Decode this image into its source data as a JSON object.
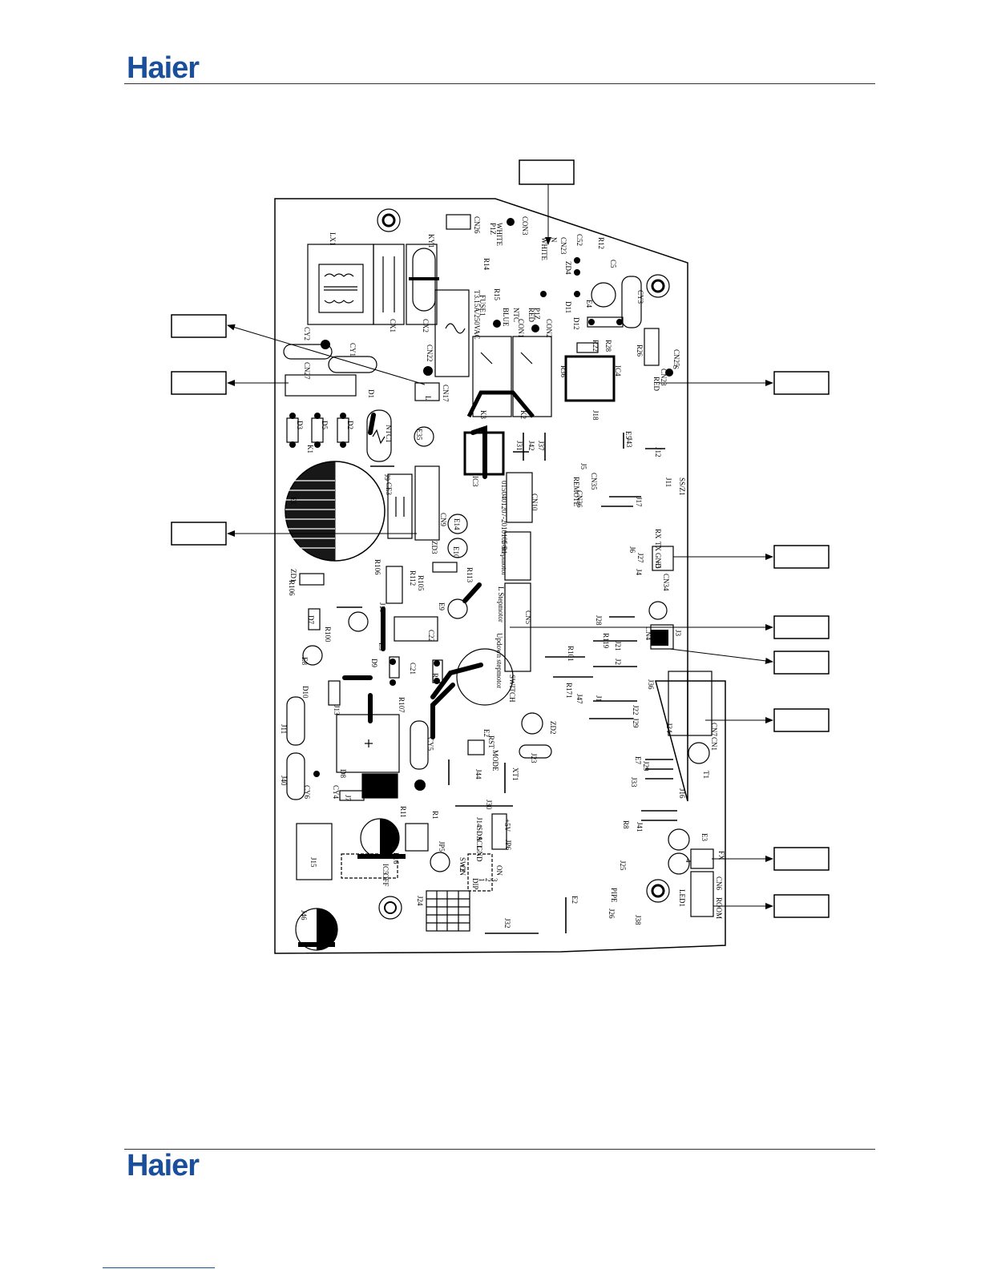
{
  "header": {
    "logo_text": "Haier"
  },
  "footer": {
    "logo_text": "Haier"
  },
  "colors": {
    "brand": "#1a4f9c",
    "ink": "#000000"
  },
  "board": {
    "labels": [
      "LX1",
      "KY1",
      "CN26",
      "CON3",
      "P1Z",
      "WHITE",
      "R14",
      "R15",
      "FUSE1",
      "T3.15A/250VAC",
      "C52",
      "ZD4",
      "R12",
      "C5",
      "CN23",
      "N",
      "WHITE",
      "CX1",
      "CX2",
      "CY2",
      "CY1",
      "CN27",
      "CN22",
      "CN17",
      "L",
      "CON1",
      "CON2",
      "P1Z",
      "RED",
      "NTC",
      "BLUE",
      "D11",
      "E4",
      "D12",
      "CY3",
      "R22",
      "R28",
      "R26",
      "CN25",
      "S",
      "K1",
      "K2",
      "K3",
      "IC4",
      "R36",
      "J18",
      "CN23",
      "RED",
      "E5",
      "J43",
      "J12",
      "D1",
      "D3",
      "D5",
      "D2",
      "NTC1",
      "E35",
      "J31",
      "J42",
      "J37",
      "IC3",
      "CN35",
      "J5",
      "REMOTE",
      "CN36",
      "J11",
      "SS/Z1",
      "E1",
      "J9",
      "CE3",
      "CN10",
      "J17",
      "CN9",
      "E14",
      "E10",
      "R106",
      "ZD3",
      "ZD1",
      "R106",
      "R105",
      "R113",
      "R112",
      "J6",
      "J27",
      "J4",
      "RX",
      "TX",
      "GND",
      "+5",
      "CN34",
      "J10",
      "E9",
      "E8",
      "D7",
      "R100",
      "CN5",
      "J28",
      "R119",
      "E3",
      "C22",
      "C21",
      "D9",
      "R9",
      "D10",
      "R101",
      "J21",
      "J2",
      "J3",
      "CN4",
      "SWITCH",
      "R171",
      "J47",
      "J36",
      "J1",
      "J22",
      "J29",
      "J34",
      "CN7",
      "CN1",
      "J13",
      "R107",
      "J11",
      "CY5",
      "CY6",
      "ZD2",
      "E2",
      "RST",
      "MODE",
      "J23",
      "XT1",
      "J44",
      "J40",
      "CY4",
      "D8",
      "T1",
      "E7",
      "J29",
      "J33",
      "J16",
      "J7",
      "R11",
      "R1",
      "J30",
      "J14",
      "SDA",
      "SCL",
      "GND",
      "+5V",
      "JP6",
      "JP5",
      "E16",
      "R8",
      "J41",
      "J25",
      "J15",
      "IC5",
      "OFF",
      "ON",
      "SW2",
      "ON",
      "DIP",
      "1",
      "2",
      "3",
      "4",
      "E3",
      "FX",
      "CN6",
      "ROOM",
      "PIPE",
      "J26",
      "J38",
      "LED1",
      "E2",
      "J24",
      "J32",
      "J46",
      "0150401207-2010105-01",
      "1 Stepmotor",
      "L Stepmotor",
      "Updown stepmotor",
      "Updown stepmotor"
    ],
    "callouts": [
      {
        "label": ""
      },
      {
        "label": ""
      },
      {
        "label": ""
      },
      {
        "label": ""
      },
      {
        "label": ""
      },
      {
        "label": ""
      },
      {
        "label": ""
      },
      {
        "label": ""
      },
      {
        "label": ""
      },
      {
        "label": ""
      },
      {
        "label": ""
      },
      {
        "label": ""
      }
    ]
  }
}
